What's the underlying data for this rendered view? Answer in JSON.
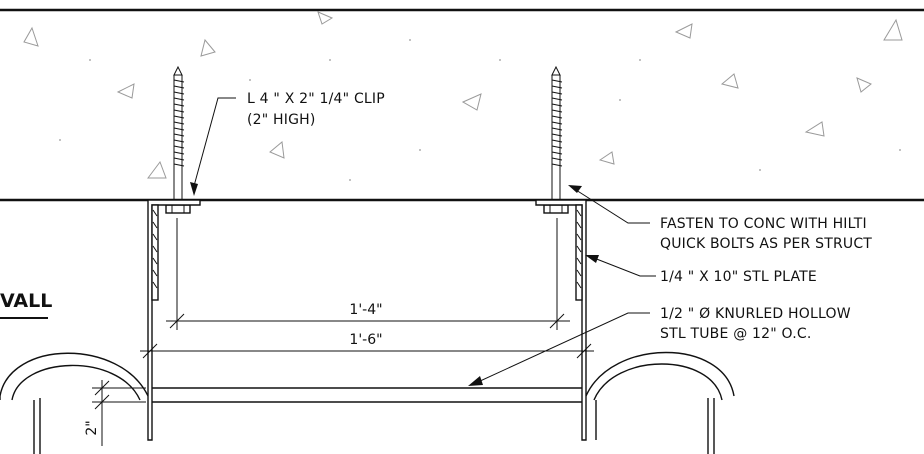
{
  "notes": {
    "clip_line1": "L 4 \" X 2\" 1/4\" CLIP",
    "clip_line2": "(2\" HIGH)",
    "fasten_line1": "FASTEN TO CONC WITH HILTI",
    "fasten_line2": "QUICK BOLTS AS PER STRUCT",
    "plate": "1/4 \" X 10\" STL PLATE",
    "tube_line1": "1/2 \" Ø KNURLED HOLLOW",
    "tube_line2": "STL TUBE @ 12\" O.C."
  },
  "dimensions": {
    "inner_span": "1'-4\"",
    "outer_span": "1'-6\"",
    "tube_height": "2\""
  },
  "section_title_fragment": "VALL",
  "colors": {
    "line": "#111111",
    "concrete_hatch": "#9a9a9a",
    "background": "#ffffff"
  }
}
